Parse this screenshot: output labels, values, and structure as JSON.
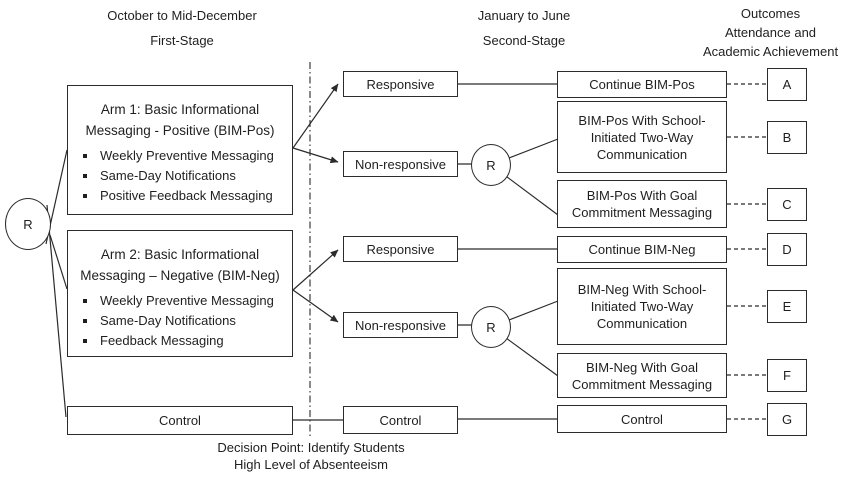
{
  "headers": {
    "stage1": {
      "period": "October to Mid-December",
      "stage": "First-Stage"
    },
    "stage2": {
      "period": "January to June",
      "stage": "Second-Stage"
    },
    "outcomes": {
      "title": "Outcomes",
      "subtitle": "Attendance and\nAcademic Achievement"
    }
  },
  "randomizer_label": "R",
  "first_stage": {
    "arm1": {
      "title": "Arm 1: Basic Informational\nMessaging - Positive (BIM-Pos)",
      "bullets": [
        "Weekly Preventive Messaging",
        "Same-Day Notifications",
        "Positive Feedback Messaging"
      ]
    },
    "arm2": {
      "title": "Arm 2: Basic Informational\nMessaging – Negative (BIM-Neg)",
      "bullets": [
        "Weekly Preventive Messaging",
        "Same-Day Notifications",
        "Feedback Messaging"
      ]
    },
    "control": "Control"
  },
  "second_stage": {
    "arm1": {
      "responsive": "Responsive",
      "nonresponsive": "Non-responsive",
      "continue_box": "Continue BIM-Pos",
      "school_box": "BIM-Pos With School-\nInitiated Two-Way\nCommunication",
      "goal_box": "BIM-Pos With Goal\nCommitment Messaging"
    },
    "arm2": {
      "responsive": "Responsive",
      "nonresponsive": "Non-responsive",
      "continue_box": "Continue BIM-Neg",
      "school_box": "BIM-Neg With School-\nInitiated Two-Way\nCommunication",
      "goal_box": "BIM-Neg With Goal\nCommitment Messaging"
    },
    "control_mid": "Control",
    "control_final": "Control"
  },
  "outcomes": {
    "letters": [
      "A",
      "B",
      "C",
      "D",
      "E",
      "F",
      "G"
    ]
  },
  "decision_note": "Decision Point: Identify Students\nHigh Level of Absenteeism",
  "colors": {
    "line": "#2b2b2b",
    "text": "#1f1f1f",
    "background": "#ffffff"
  }
}
